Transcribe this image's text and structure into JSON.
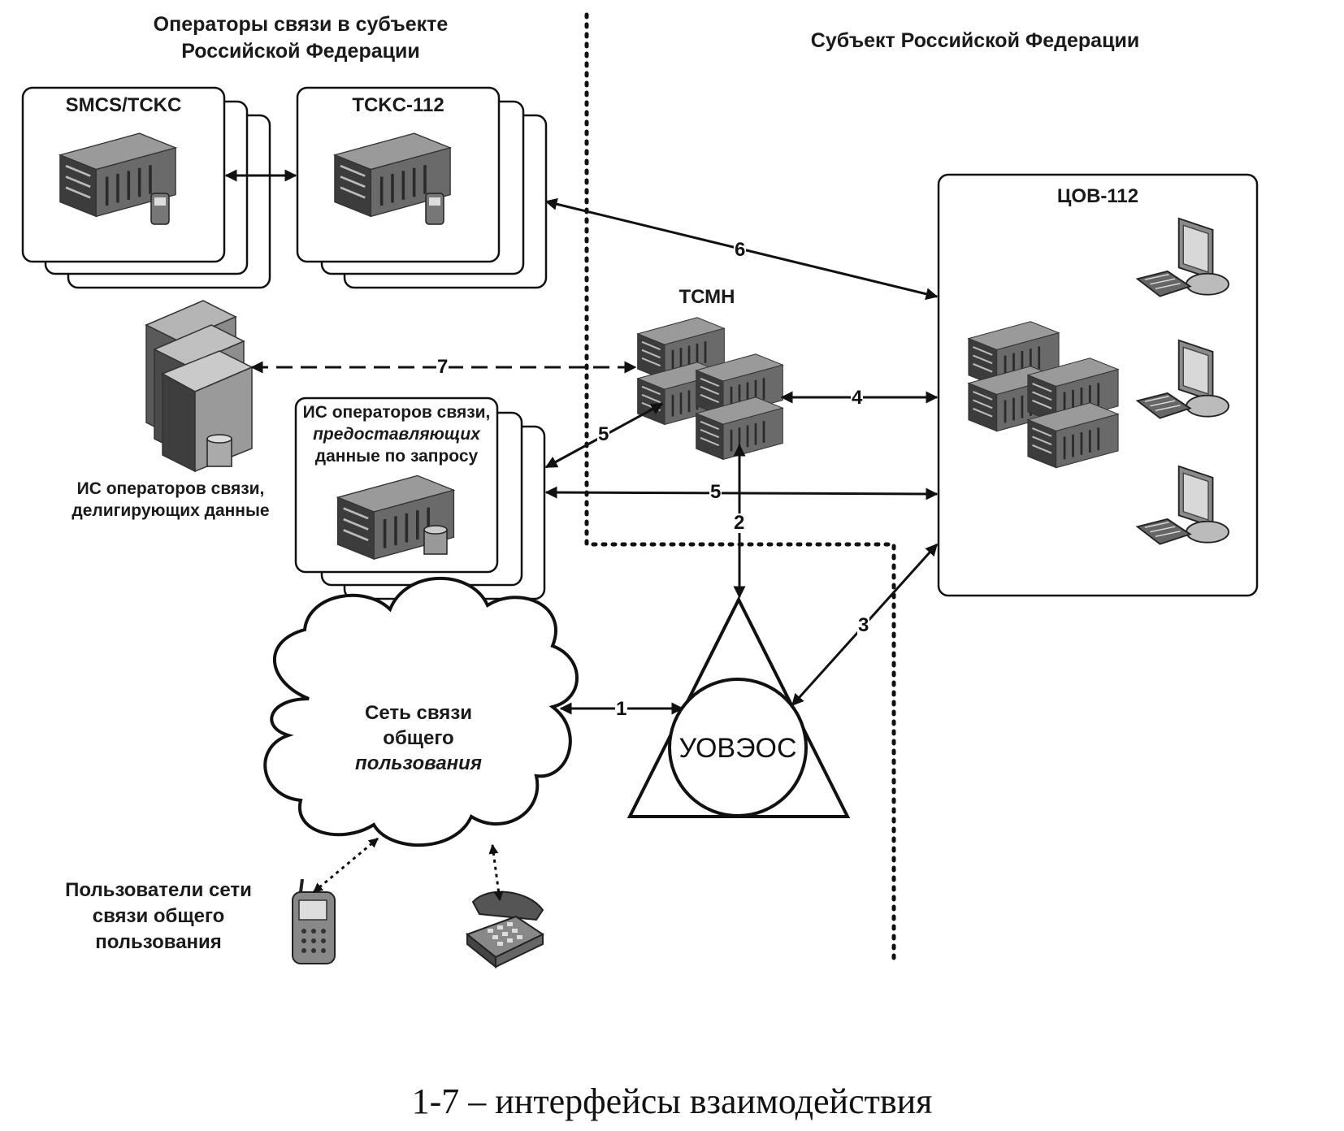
{
  "headers": {
    "operators_region": "Операторы связи в субъекте Российской Федерации",
    "subject_rf": "Субъект Российской Федерации"
  },
  "nodes": {
    "smcs": "SMCS/TCKC",
    "tcks112": "TCKC-112",
    "cov112": "ЦОВ-112",
    "tsmn": "ТСМН",
    "is_request_line1": "ИС операторов связи,",
    "is_request_line2": "предоставляющих",
    "is_request_line3": "данные по запросу",
    "is_deleg_line1": "ИС операторов связи,",
    "is_deleg_line2": "делигирующих данные",
    "uoveos": "УОВЭОС",
    "cloud_line1": "Сеть связи",
    "cloud_line2": "общего",
    "cloud_line3": "пользования",
    "users_line1": "Пользователи сети",
    "users_line2": "связи общего",
    "users_line3": "пользования"
  },
  "interfaces": {
    "i1": "1",
    "i2": "2",
    "i3": "3",
    "i4": "4",
    "i5a": "5",
    "i5b": "5",
    "i6": "6",
    "i7": "7"
  },
  "caption": "1-7 – интерфейсы взаимодействия",
  "colors": {
    "line": "#111111",
    "device": "#6a6a6a",
    "device_dark": "#3c3c3c",
    "device_light": "#9a9a9a"
  },
  "icons": [
    "server-rack-icon",
    "tower-server-icon",
    "computer-workstation-icon",
    "mobile-phone-icon",
    "desk-telephone-icon"
  ]
}
